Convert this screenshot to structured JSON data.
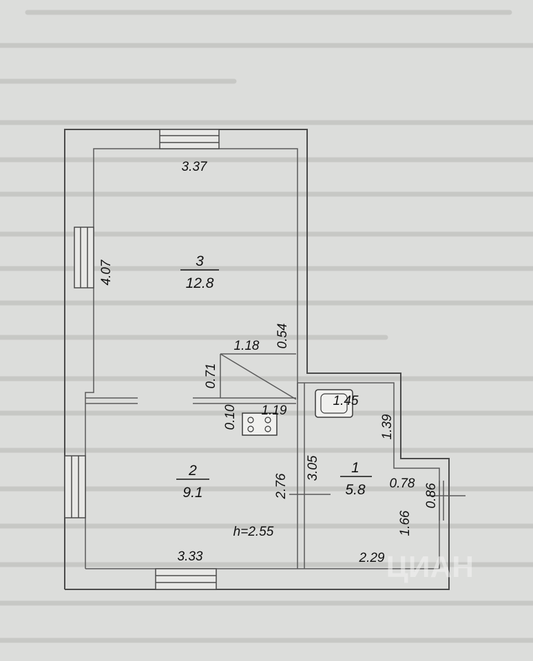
{
  "plan": {
    "rooms": [
      {
        "number": "3",
        "area": "12.8"
      },
      {
        "number": "2",
        "area": "9.1"
      },
      {
        "number": "1",
        "area": "5.8"
      }
    ],
    "dimensions": {
      "room3_top": "3.37",
      "room3_left": "4.07",
      "partition_top": "1.18",
      "partition_right": "0.54",
      "partition_left": "0.71",
      "partition_lower": "1.19",
      "partition_gap": "0.10",
      "room2_left": "2.76",
      "room2_bottom": "3.33",
      "room1_top": "1.45",
      "room1_right_upper": "1.39",
      "room1_left": "3.05",
      "room1_step": "0.78",
      "room1_door": "0.86",
      "room1_right_lower": "1.66",
      "room1_bottom": "2.29"
    },
    "ceiling_height": "h=2.55"
  },
  "watermark": {
    "text": "ЦИАН"
  }
}
